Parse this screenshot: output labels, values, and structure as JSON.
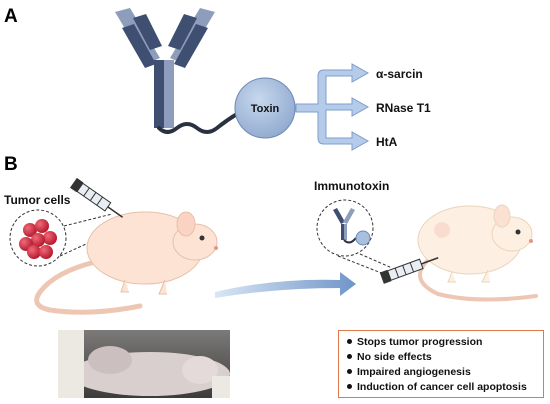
{
  "panels": {
    "a": "A",
    "b": "B"
  },
  "panel_a": {
    "toxin_label": "Toxin",
    "targets": [
      "α-sarcin",
      "RNase T1",
      "HtA"
    ]
  },
  "panel_b": {
    "tumor_cells_label": "Tumor cells",
    "immunotoxin_label": "Immunotoxin",
    "outcomes": [
      "Stops tumor progression",
      "No side effects",
      "Impaired angiogenesis",
      "Induction of cancer cell apoptosis"
    ]
  },
  "colors": {
    "antibody_dark": "#3e4f72",
    "antibody_light": "#8f9dbd",
    "toxin_fill": "#a7c0de",
    "arrow_fill": "#b5cbea",
    "mouse_body": "#fde3d3",
    "mouse_tail": "#eec6b4",
    "tumor_red": "#d2283c",
    "box_border": "#e07a4a"
  }
}
